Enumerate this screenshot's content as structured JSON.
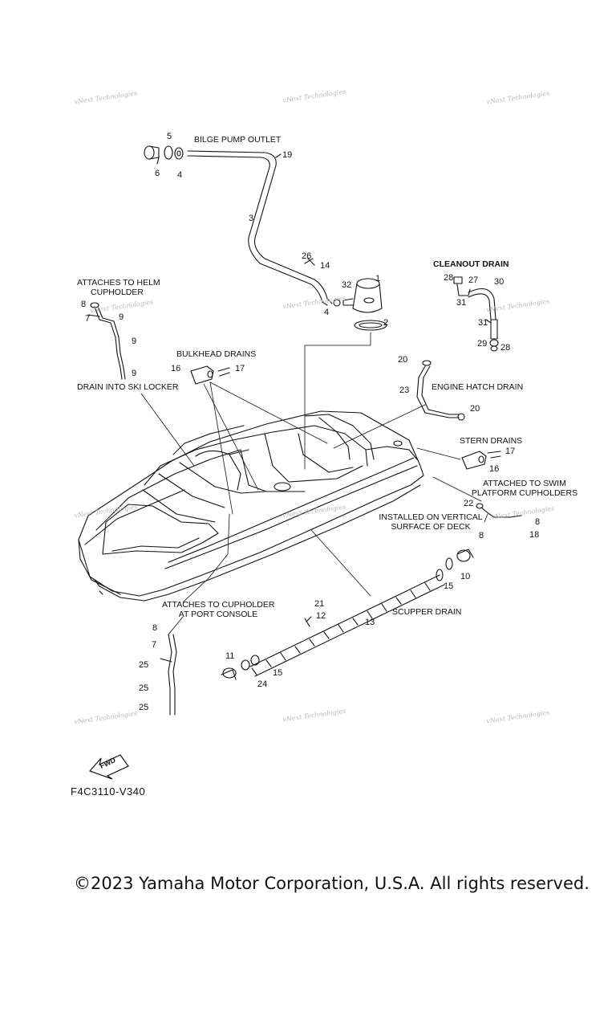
{
  "labels": {
    "bilge_pump_outlet": "BILGE PUMP OUTLET",
    "cleanout_drain": "CLEANOUT DRAIN",
    "attaches_helm_1": "ATTACHES TO HELM",
    "attaches_helm_2": "CUPHOLDER",
    "bulkhead_drains": "BULKHEAD DRAINS",
    "drain_ski_locker": "DRAIN INTO SKI LOCKER",
    "engine_hatch_drain": "ENGINE HATCH DRAIN",
    "stern_drains": "STERN DRAINS",
    "attached_swim_1": "ATTACHED TO SWIM",
    "attached_swim_2": "PLATFORM CUPHOLDERS",
    "installed_vertical_1": "INSTALLED ON VERTICAL",
    "installed_vertical_2": "SURFACE OF DECK",
    "attaches_port_1": "ATTACHES TO CUPHOLDER",
    "attaches_port_2": "AT PORT CONSOLE",
    "scupper_drain": "SCUPPER DRAIN",
    "fwd": "FWD"
  },
  "callouts": {
    "n5": "5",
    "n6": "6",
    "n4a": "4",
    "n19": "19",
    "n3": "3",
    "n26": "26",
    "n14": "14",
    "n32": "32",
    "n1": "1",
    "n4b": "4",
    "n2": "2",
    "n28a": "28",
    "n27": "27",
    "n30": "30",
    "n31a": "31",
    "n31b": "31",
    "n29": "29",
    "n28b": "28",
    "n8a": "8",
    "n7a": "7",
    "n9a": "9",
    "n9b": "9",
    "n9c": "9",
    "n16a": "16",
    "n17a": "17",
    "n20a": "20",
    "n23": "23",
    "n20b": "20",
    "n17b": "17",
    "n16b": "16",
    "n22": "22",
    "n8b": "8",
    "n8c": "8",
    "n18": "18",
    "n10": "10",
    "n15a": "15",
    "n21": "21",
    "n12": "12",
    "n13": "13",
    "n11": "11",
    "n15b": "15",
    "n24": "24",
    "n8d": "8",
    "n7b": "7",
    "n25a": "25",
    "n25b": "25",
    "n25c": "25"
  },
  "watermark": "vNext Technologies",
  "diagram_code": "F4C3110-V340",
  "copyright": "©2023 Yamaha Motor Corporation, U.S.A. All rights reserved."
}
